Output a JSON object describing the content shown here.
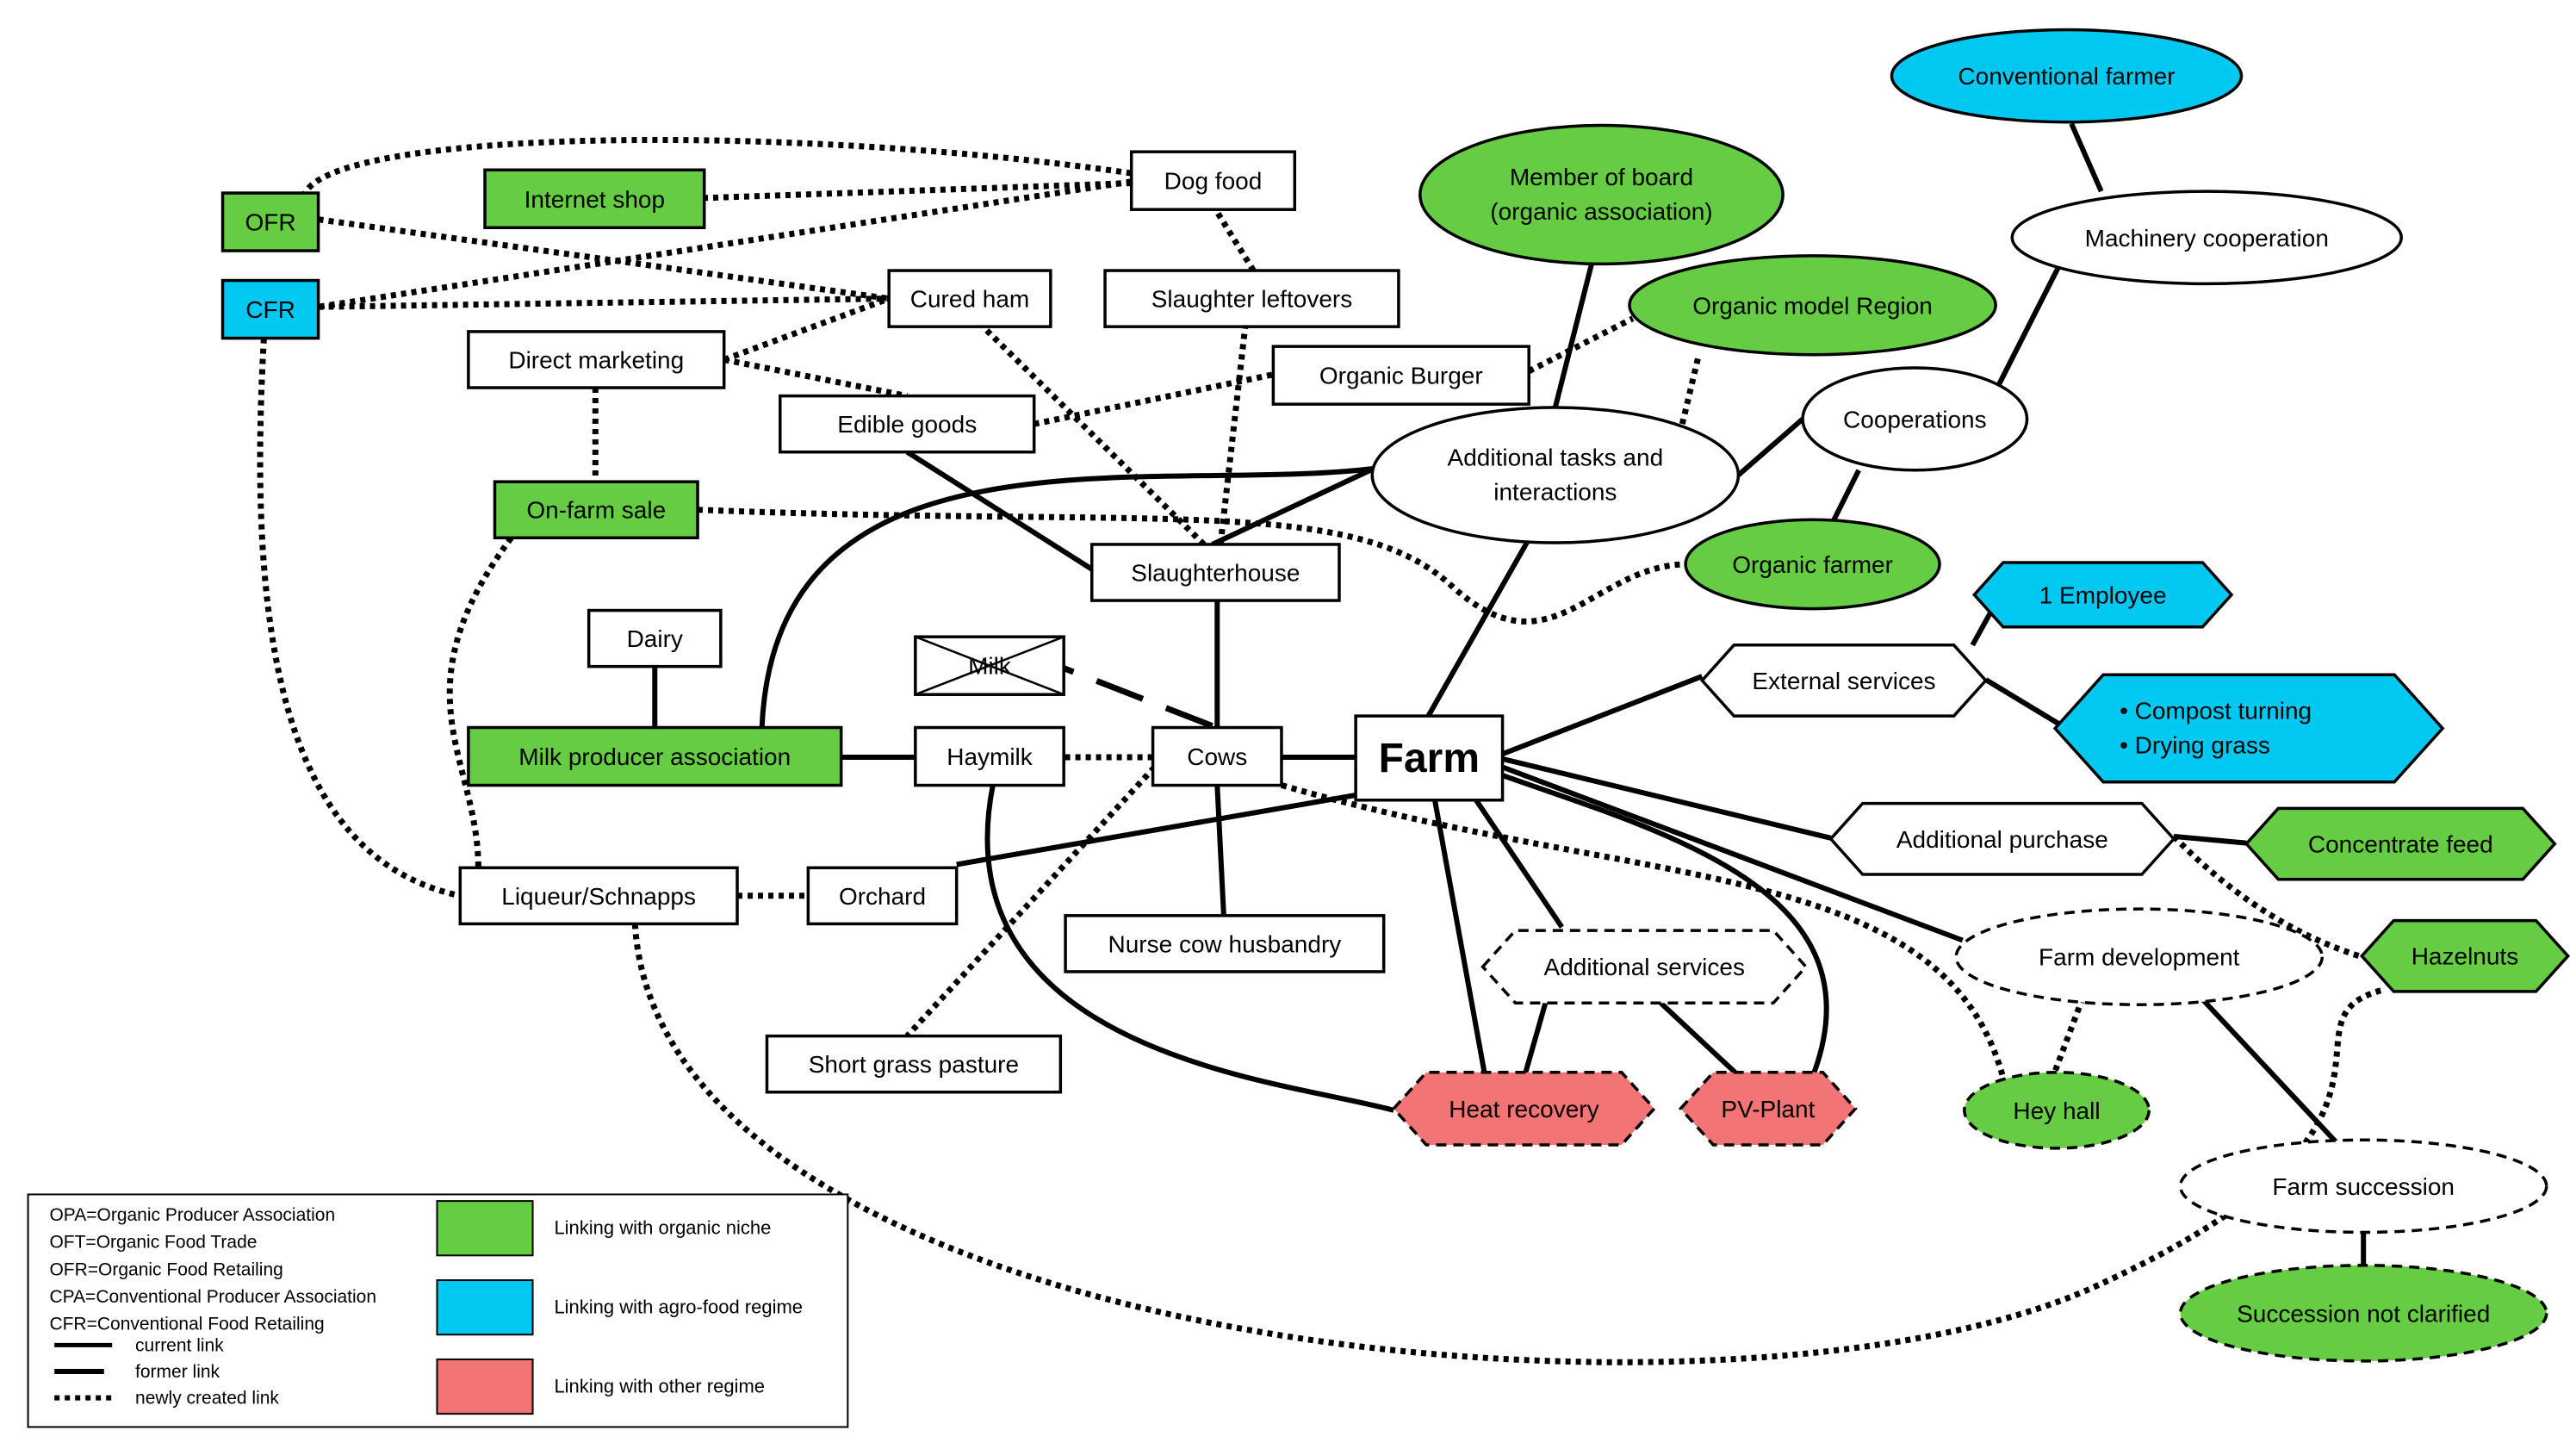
{
  "colors": {
    "organic_niche": "#66CC44",
    "agro_food_regime": "#00C8F0",
    "other_regime": "#F27474",
    "plain": "#FFFFFF",
    "stroke": "#000000"
  },
  "nodes": [
    {
      "id": "farm",
      "label": "Farm",
      "shape": "rect",
      "fill": "plain",
      "border": "solid",
      "bold": true
    },
    {
      "id": "cows",
      "label": "Cows",
      "shape": "rect",
      "fill": "plain",
      "border": "solid"
    },
    {
      "id": "haymilk",
      "label": "Haymilk",
      "shape": "rect",
      "fill": "plain",
      "border": "solid"
    },
    {
      "id": "milk",
      "label": "Milk",
      "shape": "crossed-rect",
      "fill": "plain",
      "border": "solid"
    },
    {
      "id": "dairy",
      "label": "Dairy",
      "shape": "rect",
      "fill": "plain",
      "border": "solid"
    },
    {
      "id": "milk_producer_association",
      "label": "Milk producer association",
      "shape": "rect",
      "fill": "organic_niche",
      "border": "solid"
    },
    {
      "id": "slaughterhouse",
      "label": "Slaughterhouse",
      "shape": "rect",
      "fill": "plain",
      "border": "solid"
    },
    {
      "id": "slaughter_leftovers",
      "label": "Slaughter leftovers",
      "shape": "rect",
      "fill": "plain",
      "border": "solid"
    },
    {
      "id": "dog_food",
      "label": "Dog food",
      "shape": "rect",
      "fill": "plain",
      "border": "solid"
    },
    {
      "id": "internet_shop",
      "label": "Internet shop",
      "shape": "rect",
      "fill": "organic_niche",
      "border": "solid"
    },
    {
      "id": "ofr",
      "label": "OFR",
      "shape": "rect",
      "fill": "organic_niche",
      "border": "solid"
    },
    {
      "id": "cfr",
      "label": "CFR",
      "shape": "rect",
      "fill": "agro_food_regime",
      "border": "solid"
    },
    {
      "id": "cured_ham",
      "label": "Cured ham",
      "shape": "rect",
      "fill": "plain",
      "border": "solid"
    },
    {
      "id": "direct_marketing",
      "label": "Direct marketing",
      "shape": "rect",
      "fill": "plain",
      "border": "solid"
    },
    {
      "id": "edible_goods",
      "label": "Edible goods",
      "shape": "rect",
      "fill": "plain",
      "border": "solid"
    },
    {
      "id": "organic_burger",
      "label": "Organic Burger",
      "shape": "rect",
      "fill": "plain",
      "border": "solid"
    },
    {
      "id": "on_farm_sale",
      "label": "On-farm sale",
      "shape": "rect",
      "fill": "organic_niche",
      "border": "solid"
    },
    {
      "id": "liqueur_schnapps",
      "label": "Liqueur/Schnapps",
      "shape": "rect",
      "fill": "plain",
      "border": "solid"
    },
    {
      "id": "orchard",
      "label": "Orchard",
      "shape": "rect",
      "fill": "plain",
      "border": "solid"
    },
    {
      "id": "nurse_cow_husbandry",
      "label": "Nurse cow husbandry",
      "shape": "rect",
      "fill": "plain",
      "border": "solid"
    },
    {
      "id": "short_grass_pasture",
      "label": "Short grass pasture",
      "shape": "rect",
      "fill": "plain",
      "border": "solid"
    },
    {
      "id": "additional_tasks",
      "label": "Additional tasks and",
      "label2": "interactions",
      "shape": "ellipse",
      "fill": "plain",
      "border": "solid"
    },
    {
      "id": "member_of_board",
      "label": "Member of board",
      "label2": "(organic association)",
      "shape": "ellipse",
      "fill": "organic_niche",
      "border": "solid"
    },
    {
      "id": "organic_model_region",
      "label": "Organic model Region",
      "shape": "ellipse",
      "fill": "organic_niche",
      "border": "solid"
    },
    {
      "id": "conventional_farmer",
      "label": "Conventional farmer",
      "shape": "ellipse",
      "fill": "agro_food_regime",
      "border": "solid"
    },
    {
      "id": "machinery_cooperation",
      "label": "Machinery cooperation",
      "shape": "ellipse",
      "fill": "plain",
      "border": "solid"
    },
    {
      "id": "cooperations",
      "label": "Cooperations",
      "shape": "ellipse",
      "fill": "plain",
      "border": "solid"
    },
    {
      "id": "organic_farmer",
      "label": "Organic farmer",
      "shape": "ellipse",
      "fill": "organic_niche",
      "border": "solid"
    },
    {
      "id": "external_services",
      "label": "External services",
      "shape": "hexagon",
      "fill": "plain",
      "border": "solid"
    },
    {
      "id": "one_employee",
      "label": "1 Employee",
      "shape": "hexagon",
      "fill": "agro_food_regime",
      "border": "solid"
    },
    {
      "id": "compost_drying",
      "label": "• Compost turning",
      "label2": "• Drying grass",
      "shape": "hexagon",
      "fill": "agro_food_regime",
      "border": "solid"
    },
    {
      "id": "additional_purchase",
      "label": "Additional purchase",
      "shape": "hexagon",
      "fill": "plain",
      "border": "solid"
    },
    {
      "id": "concentrate_feed",
      "label": "Concentrate feed",
      "shape": "hexagon",
      "fill": "organic_niche",
      "border": "solid"
    },
    {
      "id": "hazelnuts",
      "label": "Hazelnuts",
      "shape": "hexagon",
      "fill": "organic_niche",
      "border": "solid"
    },
    {
      "id": "additional_services",
      "label": "Additional services",
      "shape": "hexagon",
      "fill": "plain",
      "border": "dashed"
    },
    {
      "id": "heat_recovery",
      "label": "Heat recovery",
      "shape": "hexagon",
      "fill": "other_regime",
      "border": "dashed"
    },
    {
      "id": "pv_plant",
      "label": "PV-Plant",
      "shape": "hexagon",
      "fill": "other_regime",
      "border": "dashed"
    },
    {
      "id": "farm_development",
      "label": "Farm development",
      "shape": "ellipse",
      "fill": "plain",
      "border": "dashed"
    },
    {
      "id": "hey_hall",
      "label": "Hey hall",
      "shape": "ellipse",
      "fill": "organic_niche",
      "border": "dashed"
    },
    {
      "id": "farm_succession",
      "label": "Farm succession",
      "shape": "ellipse",
      "fill": "plain",
      "border": "dashed"
    },
    {
      "id": "succession_not_clarified",
      "label": "Succession not clarified",
      "shape": "ellipse",
      "fill": "organic_niche",
      "border": "dashed"
    }
  ],
  "edges": [
    {
      "from": "farm",
      "to": "cows",
      "style": "current"
    },
    {
      "from": "farm",
      "to": "orchard",
      "style": "current"
    },
    {
      "from": "farm",
      "to": "additional_tasks",
      "style": "current"
    },
    {
      "from": "farm",
      "to": "external_services",
      "style": "current"
    },
    {
      "from": "farm",
      "to": "additional_purchase",
      "style": "current"
    },
    {
      "from": "farm",
      "to": "farm_development",
      "style": "current"
    },
    {
      "from": "farm",
      "to": "additional_services",
      "style": "current"
    },
    {
      "from": "farm",
      "to": "heat_recovery",
      "style": "current"
    },
    {
      "from": "farm",
      "to": "pv_plant",
      "style": "current"
    },
    {
      "from": "cows",
      "to": "slaughterhouse",
      "style": "current"
    },
    {
      "from": "cows",
      "to": "nurse_cow_husbandry",
      "style": "current"
    },
    {
      "from": "cows",
      "to": "haymilk",
      "style": "new"
    },
    {
      "from": "cows",
      "to": "milk",
      "style": "former"
    },
    {
      "from": "cows",
      "to": "short_grass_pasture",
      "style": "new"
    },
    {
      "from": "cows",
      "to": "hey_hall",
      "style": "new"
    },
    {
      "from": "haymilk",
      "to": "milk_producer_association",
      "style": "current"
    },
    {
      "from": "haymilk",
      "to": "heat_recovery",
      "style": "current"
    },
    {
      "from": "dairy",
      "to": "milk_producer_association",
      "style": "current"
    },
    {
      "from": "milk_producer_association",
      "to": "additional_tasks",
      "style": "current"
    },
    {
      "from": "slaughterhouse",
      "to": "edible_goods",
      "style": "current"
    },
    {
      "from": "slaughterhouse",
      "to": "additional_tasks",
      "style": "current"
    },
    {
      "from": "slaughterhouse",
      "to": "cured_ham",
      "style": "new"
    },
    {
      "from": "slaughterhouse",
      "to": "slaughter_leftovers",
      "style": "new"
    },
    {
      "from": "slaughter_leftovers",
      "to": "dog_food",
      "style": "new"
    },
    {
      "from": "dog_food",
      "to": "internet_shop",
      "style": "new"
    },
    {
      "from": "dog_food",
      "to": "ofr",
      "style": "new"
    },
    {
      "from": "dog_food",
      "to": "cfr",
      "style": "new"
    },
    {
      "from": "ofr",
      "to": "cured_ham",
      "style": "new"
    },
    {
      "from": "cfr",
      "to": "cured_ham",
      "style": "new"
    },
    {
      "from": "cfr",
      "to": "liqueur_schnapps",
      "style": "new"
    },
    {
      "from": "direct_marketing",
      "to": "cured_ham",
      "style": "new"
    },
    {
      "from": "direct_marketing",
      "to": "edible_goods",
      "style": "new"
    },
    {
      "from": "direct_marketing",
      "to": "on_farm_sale",
      "style": "new"
    },
    {
      "from": "edible_goods",
      "to": "organic_burger",
      "style": "new"
    },
    {
      "from": "organic_burger",
      "to": "organic_model_region",
      "style": "new"
    },
    {
      "from": "on_farm_sale",
      "to": "organic_farmer",
      "style": "new"
    },
    {
      "from": "on_farm_sale",
      "to": "liqueur_schnapps",
      "style": "new"
    },
    {
      "from": "liqueur_schnapps",
      "to": "orchard",
      "style": "new"
    },
    {
      "from": "liqueur_schnapps",
      "to": "hazelnuts",
      "style": "new"
    },
    {
      "from": "additional_tasks",
      "to": "member_of_board",
      "style": "current"
    },
    {
      "from": "additional_tasks",
      "to": "organic_model_region",
      "style": "new"
    },
    {
      "from": "additional_tasks",
      "to": "cooperations",
      "style": "current"
    },
    {
      "from": "cooperations",
      "to": "organic_farmer",
      "style": "current"
    },
    {
      "from": "cooperations",
      "to": "machinery_cooperation",
      "style": "current"
    },
    {
      "from": "machinery_cooperation",
      "to": "conventional_farmer",
      "style": "current"
    },
    {
      "from": "external_services",
      "to": "one_employee",
      "style": "current"
    },
    {
      "from": "external_services",
      "to": "compost_drying",
      "style": "current"
    },
    {
      "from": "additional_purchase",
      "to": "concentrate_feed",
      "style": "current"
    },
    {
      "from": "additional_purchase",
      "to": "hazelnuts",
      "style": "new"
    },
    {
      "from": "additional_services",
      "to": "heat_recovery",
      "style": "current"
    },
    {
      "from": "additional_services",
      "to": "pv_plant",
      "style": "current"
    },
    {
      "from": "farm_development",
      "to": "hey_hall",
      "style": "new"
    },
    {
      "from": "farm_development",
      "to": "farm_succession",
      "style": "current"
    },
    {
      "from": "farm_succession",
      "to": "succession_not_clarified",
      "style": "current"
    }
  ],
  "legend": {
    "abbreviations": [
      "OPA=Organic Producer Association",
      "OFT=Organic Food Trade",
      "OFR=Organic Food Retailing",
      "CPA=Conventional Producer Association",
      "CFR=Conventional Food Retailing"
    ],
    "line_styles": [
      {
        "style": "current",
        "label": "current link"
      },
      {
        "style": "former",
        "label": "former link"
      },
      {
        "style": "new",
        "label": "newly created link"
      }
    ],
    "color_keys": [
      {
        "fill": "organic_niche",
        "label": "Linking with organic niche"
      },
      {
        "fill": "agro_food_regime",
        "label": "Linking with agro-food regime"
      },
      {
        "fill": "other_regime",
        "label": "Linking with other regime"
      }
    ]
  }
}
